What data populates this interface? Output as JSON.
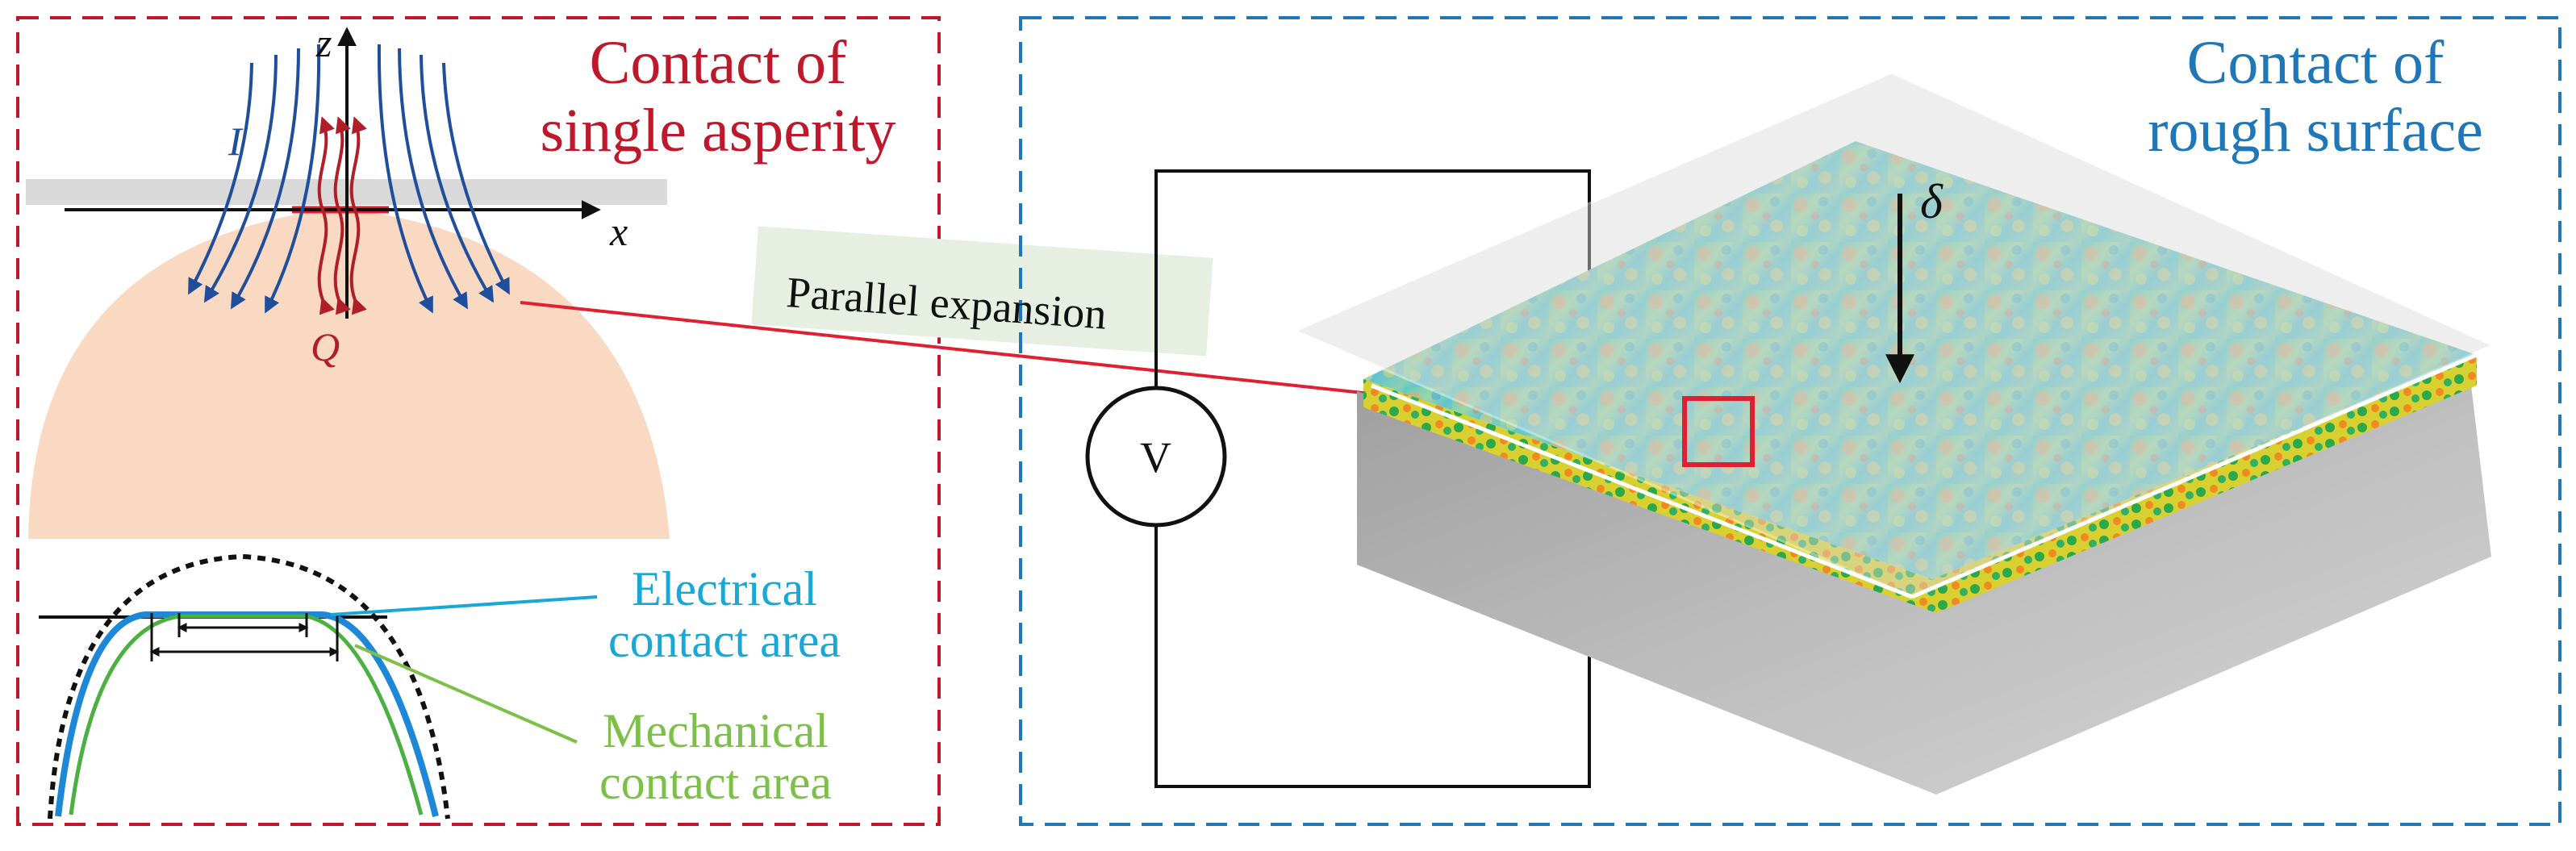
{
  "left_panel": {
    "title_line1": "Contact of",
    "title_line2": "single asperity",
    "axis_z": "z",
    "axis_x": "x",
    "current_symbol": "I",
    "heat_symbol": "Q",
    "legend_electrical_line1": "Electrical",
    "legend_electrical_line2": "contact area",
    "legend_mechanical_line1": "Mechanical",
    "legend_mechanical_line2": "contact area"
  },
  "right_panel": {
    "title_line1": "Contact of",
    "title_line2": "rough surface",
    "voltmeter_label": "V",
    "displacement_symbol": "δ"
  },
  "connector": {
    "label": "Parallel expansion"
  },
  "colors": {
    "left_frame": "#c0182b",
    "right_frame": "#1f77b8",
    "current_lines": "#1f4f9c",
    "heat_lines": "#b01e28",
    "electrical": "#18a8d8",
    "mechanical": "#7cc04a",
    "asperity_fill": "#f9d9c2",
    "label_box": "#e6efe1"
  }
}
